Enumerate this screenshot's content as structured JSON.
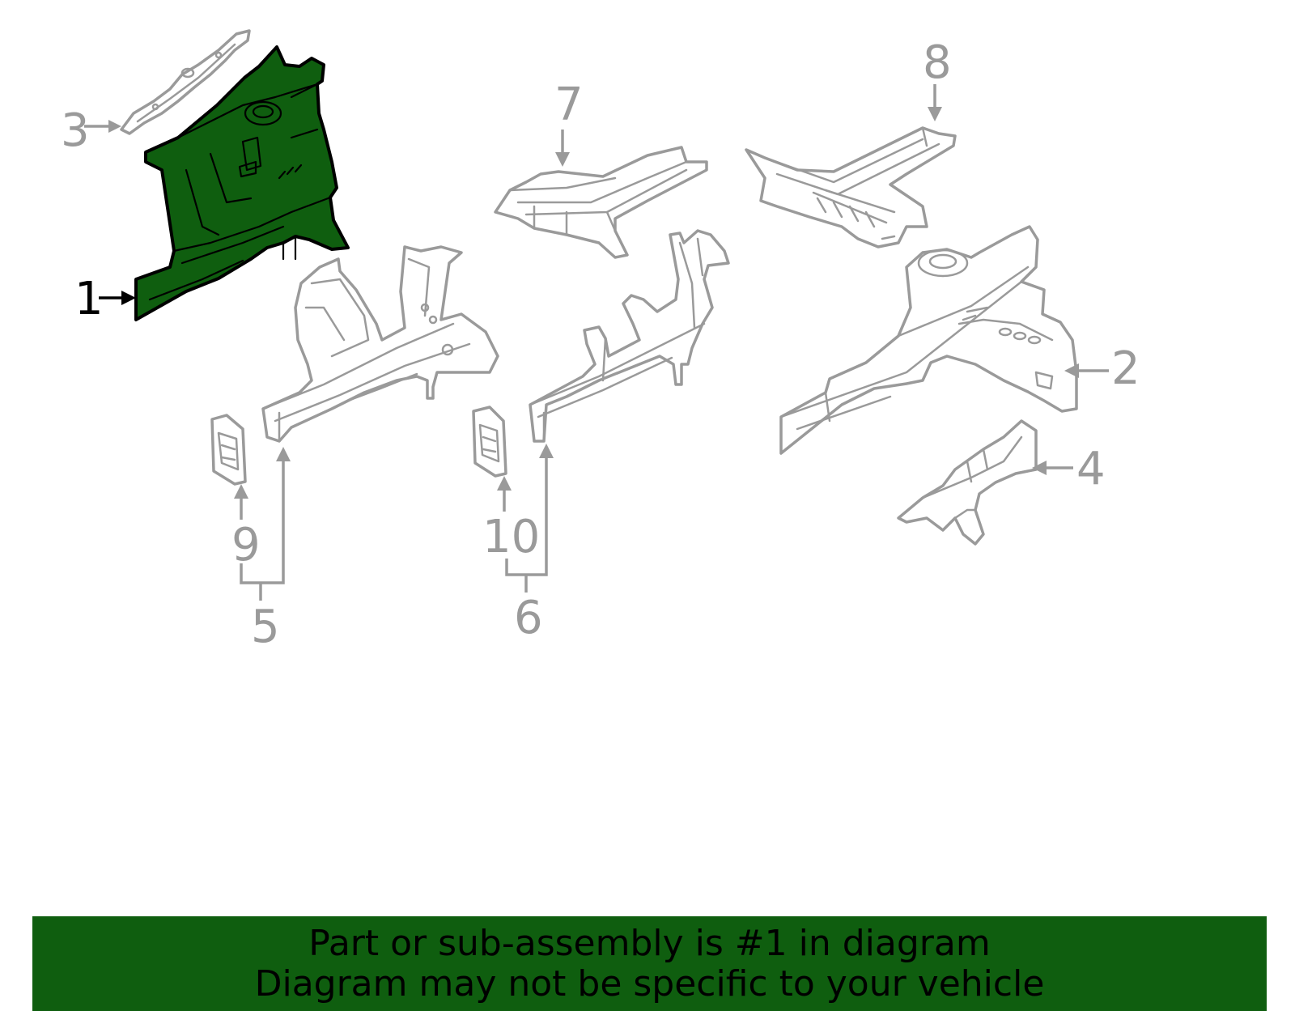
{
  "callouts": {
    "c1": "1",
    "c2": "2",
    "c3": "3",
    "c4": "4",
    "c5": "5",
    "c6": "6",
    "c7": "7",
    "c8": "8",
    "c9": "9",
    "c10": "10"
  },
  "highlighted_part": "1",
  "colors": {
    "highlight_fill": "#0f5e0f",
    "highlight_outline": "#000000",
    "part_line": "#9a9a9a",
    "banner_background": "#0f5e0f",
    "banner_text": "#000000"
  },
  "banner": {
    "line1": "Part or sub-assembly is #1 in diagram",
    "line2": "Diagram may not be specific to your vehicle"
  }
}
